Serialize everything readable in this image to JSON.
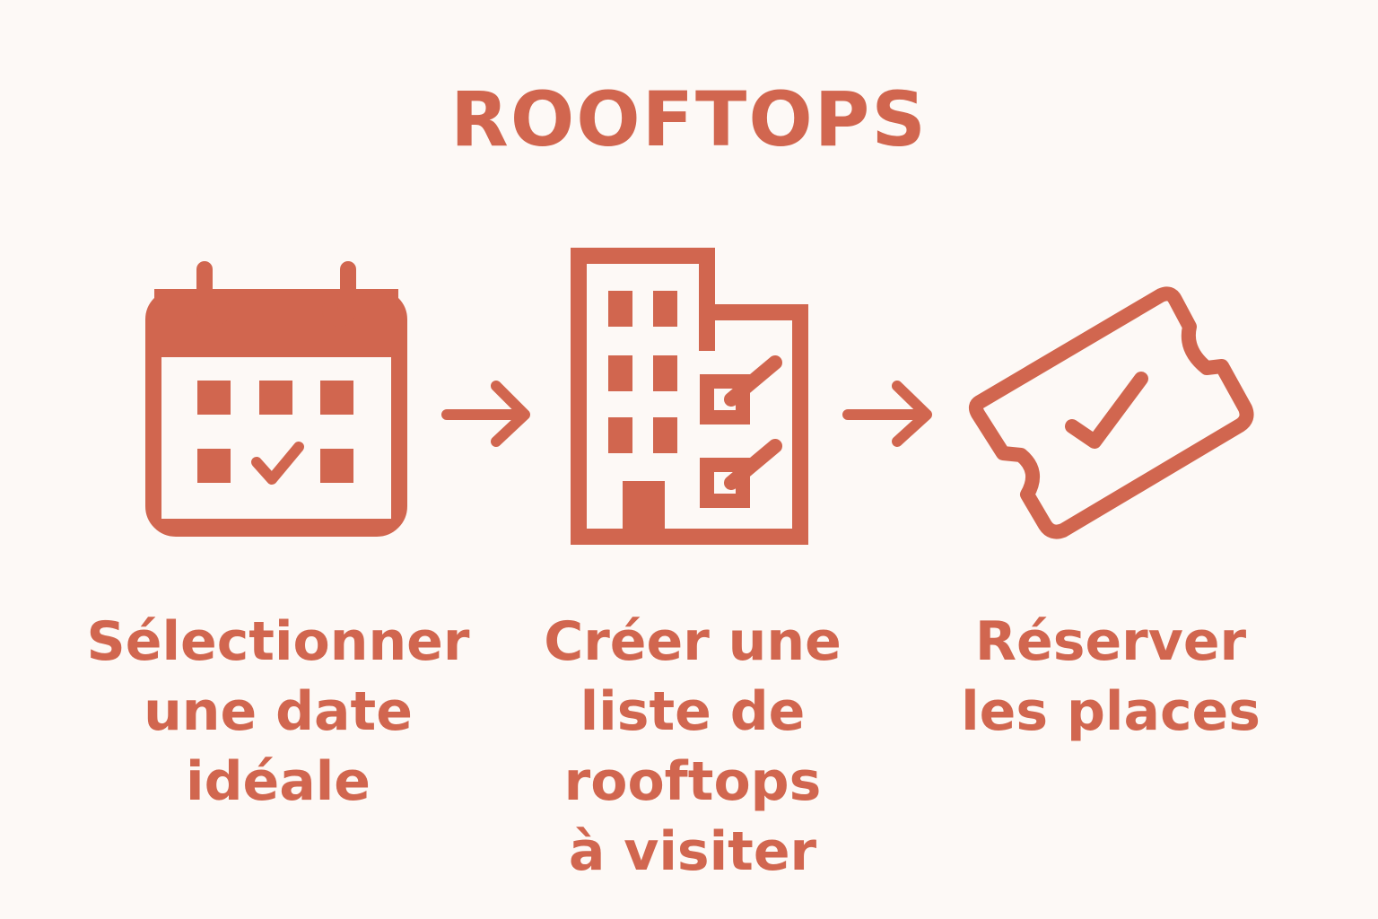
{
  "title": "ROOFTOPS",
  "color": "#d1664f",
  "steps": [
    {
      "icon": "calendar-check-icon",
      "lines": [
        "Sélectionner",
        "une date",
        "idéale"
      ]
    },
    {
      "icon": "building-checklist-icon",
      "lines": [
        "Créer une",
        "liste de",
        "rooftops",
        "à visiter"
      ]
    },
    {
      "icon": "ticket-check-icon",
      "lines": [
        "Réserver",
        "les places"
      ]
    }
  ]
}
